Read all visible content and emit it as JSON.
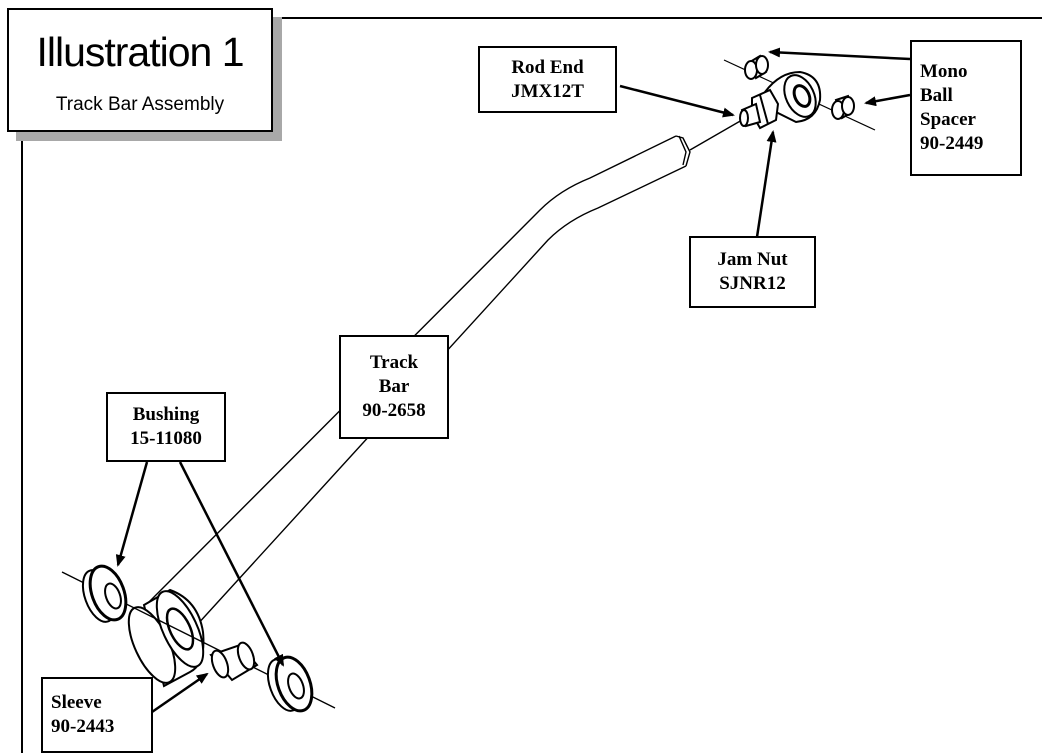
{
  "title": {
    "main": "Illustration 1",
    "subtitle": "Track Bar Assembly"
  },
  "callouts": {
    "rod_end": {
      "line1": "Rod End",
      "line2": "JMX12T"
    },
    "mono_ball_spacer": {
      "line1": "Mono",
      "line2": "Ball",
      "line3": "Spacer",
      "line4": "90-2449"
    },
    "jam_nut": {
      "line1": "Jam Nut",
      "line2": "SJNR12"
    },
    "track_bar": {
      "line1": "Track",
      "line2": "Bar",
      "line3": "90-2658"
    },
    "bushing": {
      "line1": "Bushing",
      "line2": "15-11080"
    },
    "sleeve": {
      "line1": "Sleeve",
      "line2": "90-2443"
    }
  }
}
